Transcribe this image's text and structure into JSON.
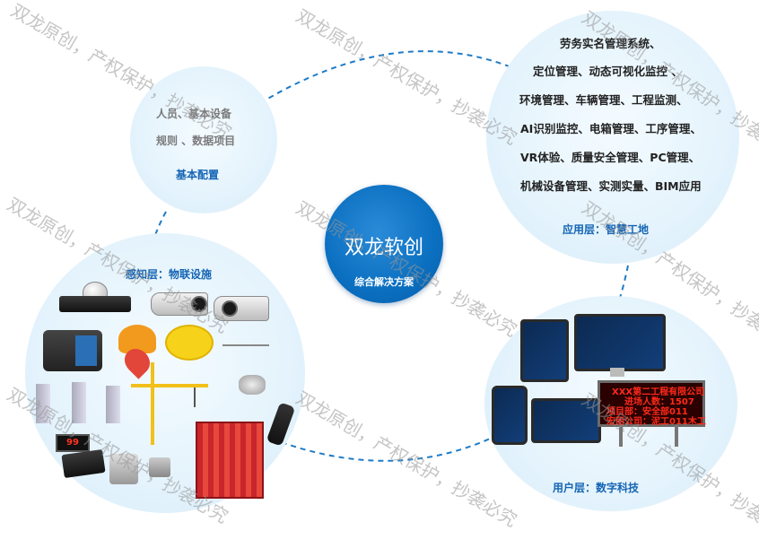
{
  "center": {
    "title": "双龙软创",
    "subtitle": "综合解决方案"
  },
  "config": {
    "line1": "人员、基本设备",
    "line2": "规则 、数据项目",
    "title": "基本配置"
  },
  "application": {
    "lines": [
      "劳务实名管理系统、",
      "定位管理、动态可视化监控 、",
      "环境管理、车辆管理、工程监测、",
      "AI识别监控、电箱管理、工序管理、",
      "VR体验、质量安全管理、PC管理、",
      "机械设备管理、实测实量、BIM应用"
    ],
    "title": "应用层：智慧工地"
  },
  "sensing": {
    "title": "感知层：物联设施"
  },
  "user": {
    "title": "用户层：数字科技",
    "led_lines": [
      "XXX第二工程有限公司",
      "进场人数：1507",
      "项目部：安全部011",
      "宏丽公司：泥工011木工"
    ]
  },
  "watermark": {
    "text": "双龙原创，产权保护，抄袭必究"
  },
  "colors": {
    "accent": "#0b6fc0",
    "title_blue": "#1464b4",
    "circle_fill": "#e4f3fc"
  }
}
